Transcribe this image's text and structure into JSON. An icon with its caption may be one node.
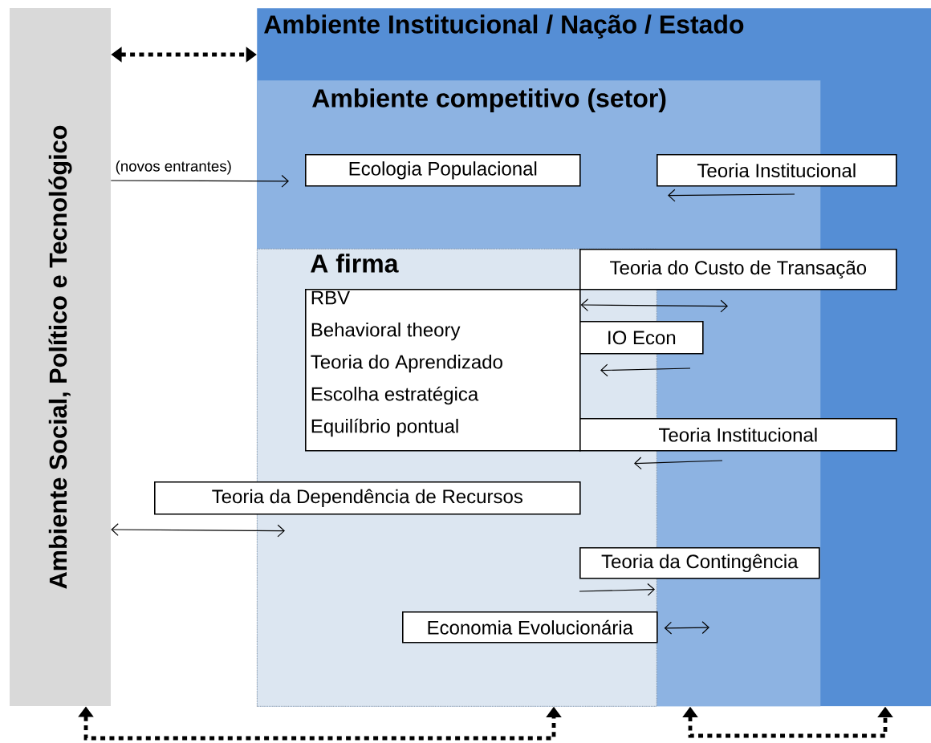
{
  "diagram": {
    "nodes": [
      {
        "text": [
          "Ambiente Social, Político e Tecnológico"
        ]
      },
      {
        "text": [
          "Ambiente Institucional / Nação / Estado"
        ]
      },
      {
        "text": [
          "Ambiente competitivo (setor)"
        ],
        "in": 1
      },
      {
        "text": [
          "Ecologia Populacional"
        ],
        "in": 2
      },
      {
        "text": [
          "Teoria Institucional"
        ],
        "in": 1
      },
      {
        "text": [
          "A firma"
        ],
        "in": 2
      },
      {
        "text": [
          "RBV",
          "Behavioral theory",
          "Teoria do Aprendizado",
          "Escolha estratégica",
          "Equilíbrio pontual"
        ],
        "in": 5
      },
      {
        "text": [
          "Teoria do Custo de Transação"
        ],
        "in": 1
      },
      {
        "text": [
          "IO Econ"
        ],
        "in": 2
      },
      {
        "text": [
          "Teoria Institucional"
        ],
        "in": 1
      },
      {
        "text": [
          "Teoria da Dependência de Recursos"
        ]
      },
      {
        "text": [
          "Teoria da Contingência"
        ],
        "in": 2
      },
      {
        "text": [
          "Economia Evolucionária"
        ],
        "in": 5
      }
    ],
    "edges": [
      {
        "from": 0,
        "to": 3,
        "arrow": "to",
        "label": "(novos entrantes)"
      },
      {
        "from": null,
        "to": 4,
        "arrow": "to"
      },
      {
        "from": 6,
        "to": 7,
        "arrow": "both"
      },
      {
        "from": null,
        "to": 8,
        "arrow": "to"
      },
      {
        "from": null,
        "to": 9,
        "arrow": "to"
      },
      {
        "from": 0,
        "to": 10,
        "arrow": "both"
      },
      {
        "from": null,
        "to": 11,
        "arrow": "to"
      },
      {
        "from": 12,
        "to": null,
        "arrow": "both"
      },
      {
        "from": 0,
        "to": 1,
        "arrow": "both",
        "style": "dashed"
      },
      {
        "from": 0,
        "to": 5,
        "arrow": "both",
        "style": "dashed"
      },
      {
        "from": 2,
        "to": 1,
        "arrow": "both",
        "style": "dashed"
      }
    ]
  }
}
